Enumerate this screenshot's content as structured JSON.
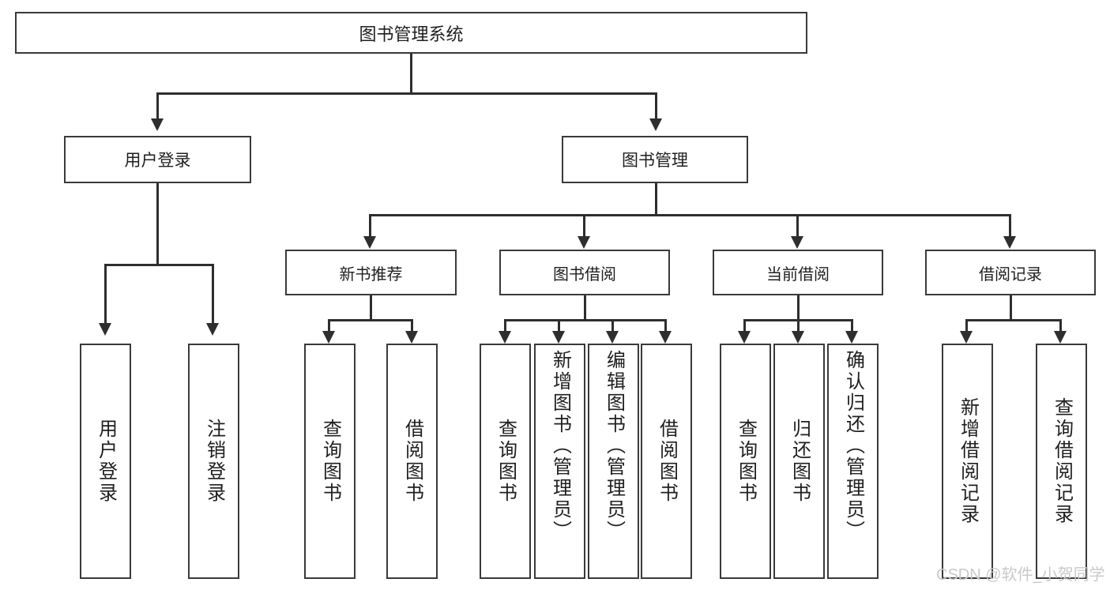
{
  "diagram": {
    "title": "图书管理系统",
    "type": "tree-hierarchy-diagram",
    "colors": {
      "border": "#3a3a3a",
      "connector": "#2e2e2e",
      "background": "#ffffff",
      "text": "#1f1f1f",
      "watermark": "#c9c9c9"
    },
    "root": {
      "label": "图书管理系统"
    },
    "level1": [
      {
        "label": "用户登录"
      },
      {
        "label": "图书管理"
      }
    ],
    "level2": [
      {
        "label": "新书推荐"
      },
      {
        "label": "图书借阅"
      },
      {
        "label": "当前借阅"
      },
      {
        "label": "借阅记录"
      }
    ],
    "leaves": {
      "user_login": [
        {
          "label": "用户登录"
        },
        {
          "label": "注销登录"
        }
      ],
      "new_book_recommend": [
        {
          "label": "查询图书"
        },
        {
          "label": "借阅图书"
        }
      ],
      "book_borrow": [
        {
          "label": "查询图书"
        },
        {
          "label": "新增图书（管理员）"
        },
        {
          "label": "编辑图书（管理员）"
        },
        {
          "label": "借阅图书"
        }
      ],
      "current_borrow": [
        {
          "label": "查询图书"
        },
        {
          "label": "归还图书"
        },
        {
          "label": "确认归还（管理员）"
        }
      ],
      "borrow_record": [
        {
          "label": "新增借阅记录"
        },
        {
          "label": "查询借阅记录"
        }
      ]
    }
  },
  "watermark": {
    "text": "CSDN @软件_小贺同学"
  }
}
